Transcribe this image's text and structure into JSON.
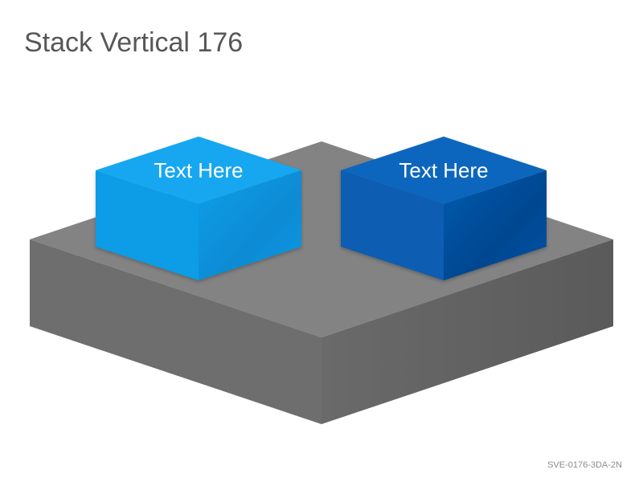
{
  "slide": {
    "title": "Stack Vertical 176",
    "code": "SVE-0176-3DA-2N"
  },
  "base": {
    "top_color": "#838383",
    "left_color": "#6e6e6e",
    "right_color": "#626262"
  },
  "boxes": [
    {
      "label": "Text Here",
      "top_color": "#12a7f0",
      "left_color": "#0d9ce6",
      "right_color": "#0a8fd8"
    },
    {
      "label": "Text Here",
      "top_color": "#0a66be",
      "left_color": "#075db2",
      "right_color": "#04509e"
    }
  ]
}
